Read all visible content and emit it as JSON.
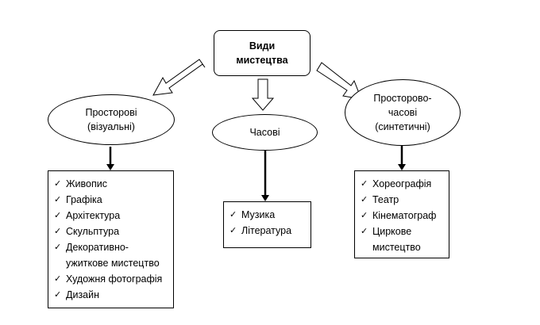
{
  "title": {
    "line1": "Види",
    "line2": "мистецтва"
  },
  "check_icon": "check-icon",
  "categories": [
    {
      "name_lines": [
        "Просторові",
        "(візуальні)"
      ],
      "items": [
        {
          "lines": [
            "Живопис"
          ]
        },
        {
          "lines": [
            "Графіка"
          ]
        },
        {
          "lines": [
            "Архітектура"
          ]
        },
        {
          "lines": [
            "Скульптура"
          ]
        },
        {
          "lines": [
            "Декоративно-",
            "ужиткове мистецтво"
          ]
        },
        {
          "lines": [
            "Художня фотографія"
          ]
        },
        {
          "lines": [
            "Дизайн"
          ]
        }
      ]
    },
    {
      "name_lines": [
        "Часові"
      ],
      "items": [
        {
          "lines": [
            "Музика"
          ]
        },
        {
          "lines": [
            "Література"
          ]
        }
      ]
    },
    {
      "name_lines": [
        "Просторово-",
        "часові",
        "(синтетичні)"
      ],
      "items": [
        {
          "lines": [
            "Хореографія"
          ]
        },
        {
          "lines": [
            "Театр"
          ]
        },
        {
          "lines": [
            "Кінематограф"
          ]
        },
        {
          "lines": [
            "Циркове",
            "мистецтво"
          ]
        }
      ]
    }
  ]
}
